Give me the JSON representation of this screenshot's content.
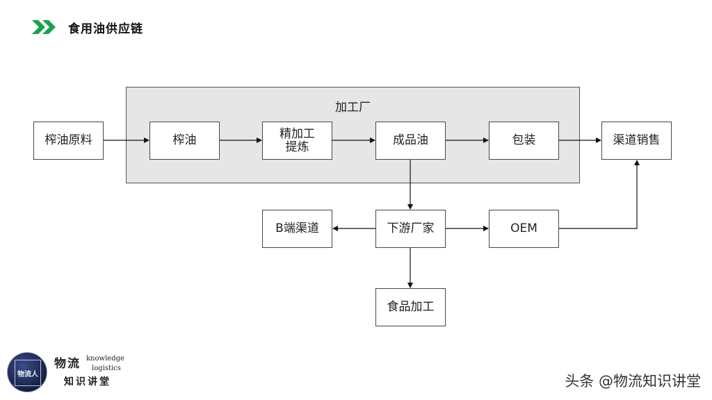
{
  "header": {
    "title": "食用油供应链",
    "accent_color": "#1aa24a",
    "icon": "double-chevron-icon"
  },
  "factory": {
    "label": "加工厂"
  },
  "nodes": {
    "raw": "榨油原料",
    "press": "榨油",
    "refine": "精加工\n提炼",
    "product": "成品油",
    "pack": "包装",
    "channel": "渠道销售",
    "b_channel": "B端渠道",
    "downstream": "下游厂家",
    "oem": "OEM",
    "food": "食品加工"
  },
  "logo": {
    "brand": "物流人",
    "cn_top": "物流",
    "en_line1": "knowledge",
    "en_line2": "logistics",
    "cn_bottom": "知识讲堂"
  },
  "watermark": "头条 @物流知识讲堂"
}
